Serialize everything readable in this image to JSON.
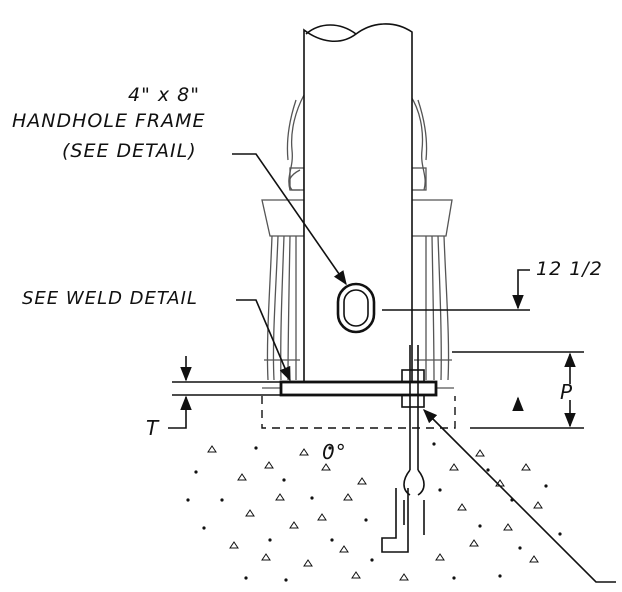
{
  "labels": {
    "handhole_size": "4\" x 8\"",
    "handhole_frame": "HANDHOLE FRAME",
    "see_detail": "(SEE DETAIL)",
    "height_value": "12 1/2",
    "see_weld_detail": "SEE WELD DETAIL",
    "dim_p": "P",
    "dim_t": "T",
    "angle": "0°"
  },
  "colors": {
    "line": "#111111",
    "ghost": "#555555",
    "paper": "#ffffff"
  },
  "icons": {
    "arrowhead": "filled-triangle-arrow",
    "aggregate": "concrete-triangle-speckle"
  }
}
